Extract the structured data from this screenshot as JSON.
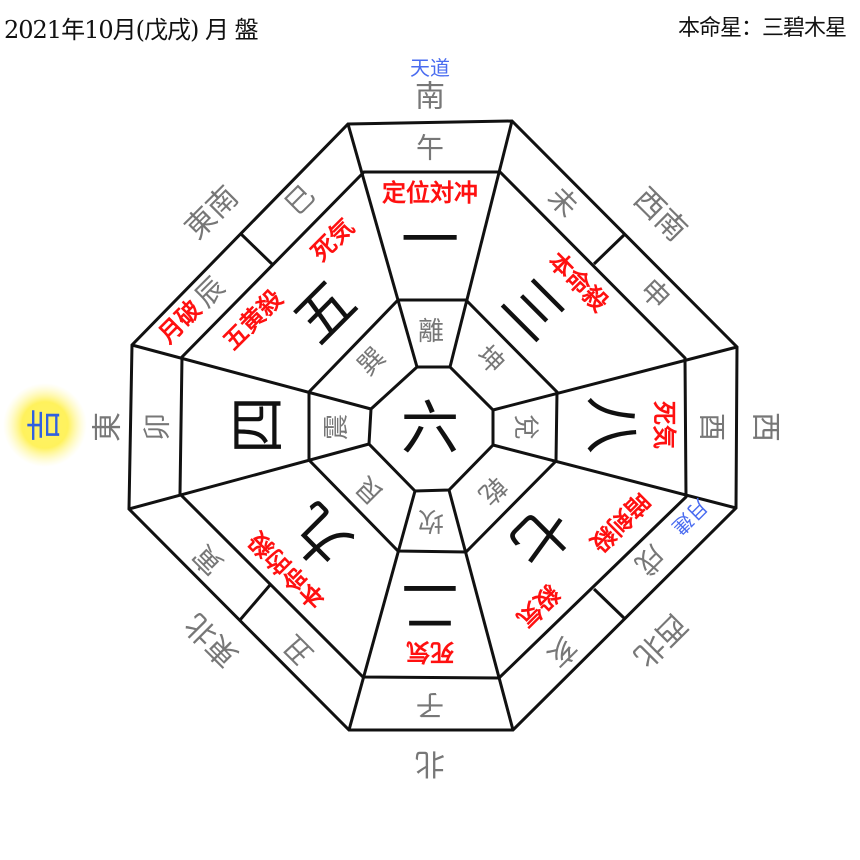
{
  "header": {
    "title": "2021年10月(戊戌) 月 盤",
    "honmei": "本命星：三碧木星"
  },
  "directions": {
    "S": "南",
    "SW": "西南",
    "W": "西",
    "NW": "西北",
    "N": "北",
    "NE": "東北",
    "E": "東",
    "SE": "東南"
  },
  "branches": {
    "wu": "午",
    "wei": "未",
    "shen": "申",
    "you": "酉",
    "xu": "戌",
    "hai": "亥",
    "zi": "子",
    "chou": "丑",
    "yin": "寅",
    "mao": "卯",
    "chen": "辰",
    "si": "巳"
  },
  "trigrams": {
    "S": "離",
    "SW": "坤",
    "W": "兌",
    "NW": "乾",
    "N": "坎",
    "NE": "艮",
    "E": "震",
    "SE": "巽"
  },
  "stars": {
    "center": "六",
    "S": "一",
    "SW": "三",
    "W": "八",
    "NW": "七",
    "N": "二",
    "NE": "九",
    "E": "四",
    "SE": "五"
  },
  "labels": {
    "S": "定位対冲",
    "SW": "本命殺",
    "W": "死気",
    "NW_1": "暗剣殺",
    "NW_2": "殺気",
    "N": "死気",
    "NE": "本命的殺",
    "SE_1": "五黄殺",
    "SE_2": "死気",
    "tendo": "天道",
    "getsuken": "月建",
    "geppa": "月破",
    "kichi": "吉"
  },
  "colors": {
    "warning": "#ff1010",
    "blessing": "#4a6cf0",
    "lines": "#111111",
    "kichi_glow": "#ffef40"
  }
}
